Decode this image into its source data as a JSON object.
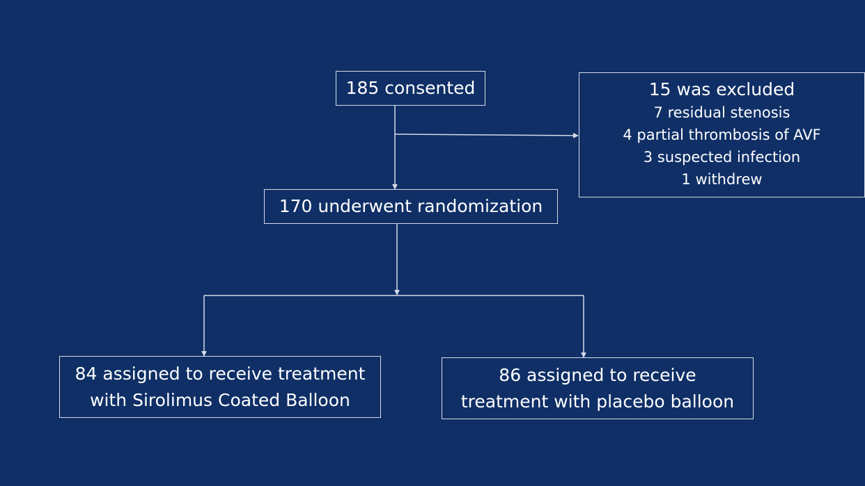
{
  "diagram": {
    "consented": {
      "label": "185 consented"
    },
    "excluded": {
      "title": "15 was excluded",
      "reasons": [
        "7 residual stenosis",
        "4 partial thrombosis of AVF",
        "3 suspected infection",
        "1 withdrew"
      ]
    },
    "randomization": {
      "label": "170 underwent randomization"
    },
    "arm_scb": {
      "lines": [
        "84 assigned to receive treatment",
        "with Sirolimus Coated Balloon"
      ]
    },
    "arm_placebo": {
      "lines": [
        "86 assigned to receive",
        "treatment with placebo balloon"
      ]
    }
  },
  "colors": {
    "background": "#0f2f66",
    "line": "#d6dcea",
    "text": "#ffffff"
  }
}
